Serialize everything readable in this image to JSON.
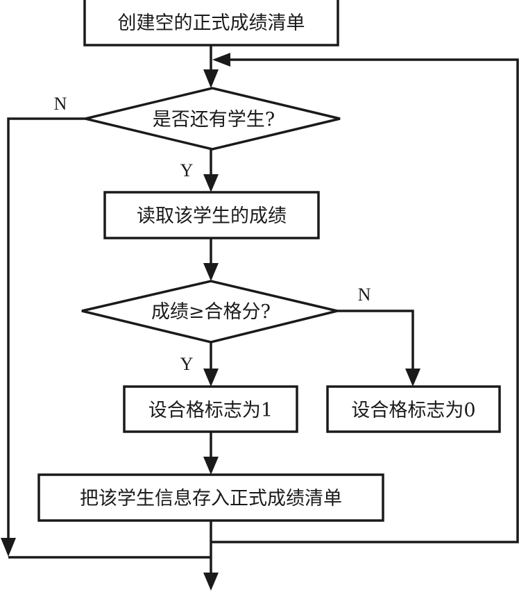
{
  "flowchart": {
    "nodes": [
      {
        "id": "create",
        "type": "process",
        "label": "创建空的正式成绩清单"
      },
      {
        "id": "has_student",
        "type": "decision",
        "label": "是否还有学生?"
      },
      {
        "id": "read_score",
        "type": "process",
        "label": "读取该学生的成绩"
      },
      {
        "id": "is_pass",
        "type": "decision",
        "label": "成绩≥合格分?"
      },
      {
        "id": "set_pass_1",
        "type": "process",
        "label": "设合格标志为1"
      },
      {
        "id": "set_pass_0",
        "type": "process",
        "label": "设合格标志为0"
      },
      {
        "id": "store",
        "type": "process",
        "label": "把该学生信息存入正式成绩清单"
      }
    ],
    "edges": [
      {
        "from": "create",
        "to": "has_student",
        "label": ""
      },
      {
        "from": "has_student",
        "to": "read_score",
        "label": "Y"
      },
      {
        "from": "has_student",
        "to": "end",
        "label": "N"
      },
      {
        "from": "read_score",
        "to": "is_pass",
        "label": ""
      },
      {
        "from": "is_pass",
        "to": "set_pass_1",
        "label": "Y"
      },
      {
        "from": "is_pass",
        "to": "set_pass_0",
        "label": "N"
      },
      {
        "from": "set_pass_1",
        "to": "store",
        "label": ""
      },
      {
        "from": "store",
        "to": "has_student",
        "label": "loop"
      },
      {
        "from": "store",
        "to": "end",
        "label": ""
      }
    ],
    "branch_labels": {
      "yes": "Y",
      "no": "N"
    }
  }
}
